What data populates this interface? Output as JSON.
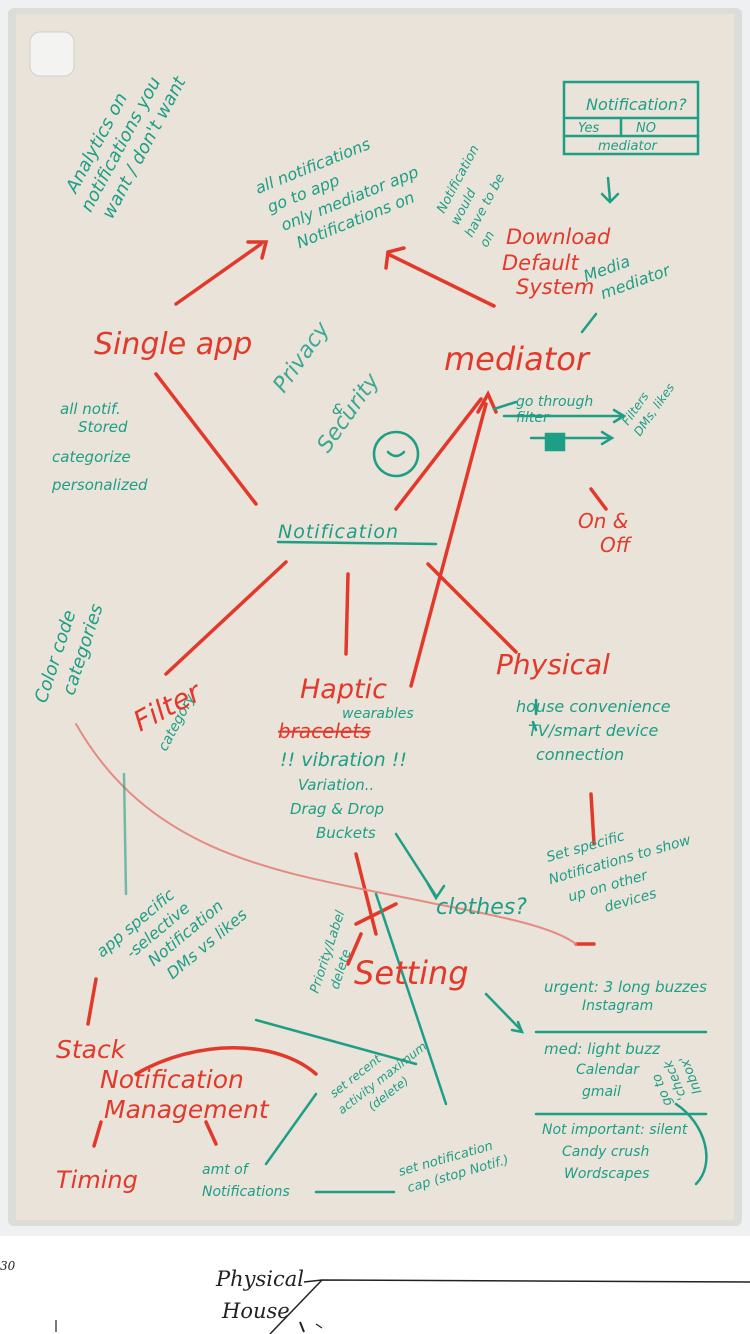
{
  "board": {
    "analytics_1": "Analytics on",
    "analytics_2": "notifications you",
    "analytics_3": "want / don't want",
    "notif_box_title": "Notification?",
    "notif_box_yes": "Yes",
    "notif_box_no": "NO",
    "notif_box_mediator": "mediator",
    "all_notif_1": "all notifications",
    "all_notif_2": "go to app",
    "all_notif_3": "only mediator app",
    "all_notif_4": "Notifications on",
    "would_1": "Notification",
    "would_2": "would",
    "would_3": "have to be",
    "would_4": "on",
    "download_1": "Download",
    "download_2": "Default",
    "download_3": "System",
    "media_1": "Media",
    "media_2": "mediator",
    "single_app": "Single app",
    "mediator": "mediator",
    "single_1": "all notif.",
    "single_2": "Stored",
    "single_3": "categorize",
    "single_4": "personalized",
    "privacy_1": "Privacy",
    "privacy_2": "&",
    "privacy_3": "Security",
    "go_through": "go through",
    "filter_word": "filter",
    "filters_1": "Filters",
    "filters_2": "DMs, likes",
    "on_off_1": "On &",
    "on_off_2": "Off",
    "notification_center": "Notification",
    "color_code_1": "Color code",
    "color_code_2": "categories",
    "filter_node": "Filter",
    "category": "category",
    "haptic": "Haptic",
    "wearables": "wearables",
    "bracelets": "bracelets",
    "vibration": "!! vibration !!",
    "variation": "Variation..",
    "drag_drop": "Drag & Drop",
    "buckets": "Buckets",
    "physical": "Physical",
    "house_conv": "house convenience",
    "tv_smart": "TV/smart device",
    "connection": "connection",
    "set_specific_1": "Set specific",
    "set_specific_2": "Notifications to show",
    "set_specific_3": "up on other",
    "set_specific_4": "devices",
    "clothes": "clothes?",
    "app_specific_1": "app specific",
    "app_specific_2": "-selective",
    "app_specific_3": "Notification",
    "app_specific_4": "DMs vs likes",
    "priority_1": "Priority/Label",
    "priority_2": "delete",
    "setting": "Setting",
    "urgent_1": "urgent: 3 long buzzes",
    "urgent_2": "Instagram",
    "med_1": "med: light buzz",
    "med_2": "Calendar",
    "med_3": "gmail",
    "goto_1": "go to",
    "goto_2": "'check",
    "goto_3": "Inbox'",
    "stack_1": "Stack",
    "stack_2": "Notification",
    "stack_3": "Management",
    "set_recent_1": "set recent",
    "set_recent_2": "activity maximum",
    "set_recent_3": "(delete)",
    "timing": "Timing",
    "amt_1": "amt of",
    "amt_2": "Notifications",
    "set_cap_1": "set notification",
    "set_cap_2": "cap (stop Notif.)",
    "not_important": "Not important: silent",
    "candy": "Candy crush",
    "wordscapes": "Wordscapes"
  },
  "paper": {
    "page_number": "30",
    "physical": "Physical",
    "house": "House"
  }
}
